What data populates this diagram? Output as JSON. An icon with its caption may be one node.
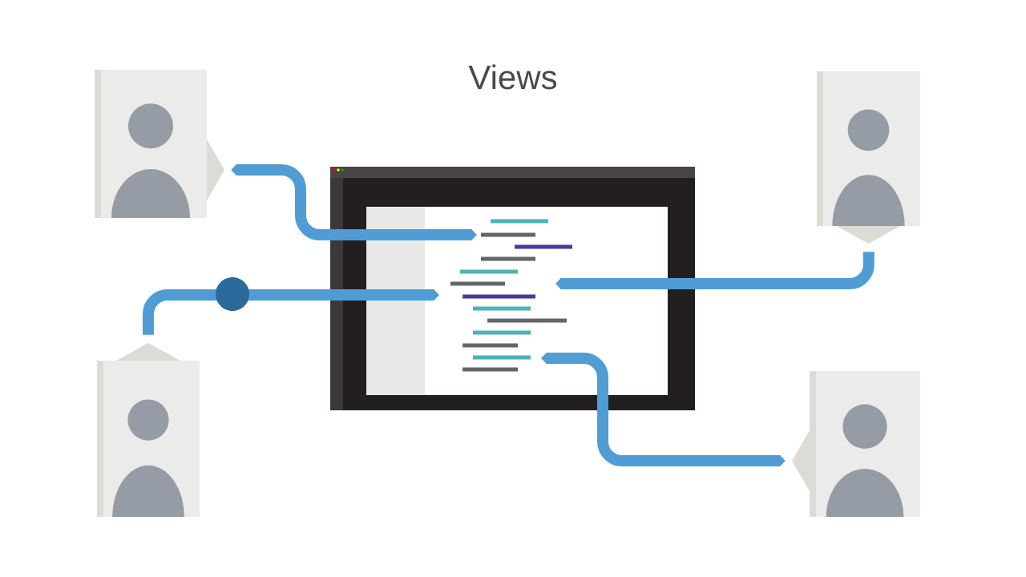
{
  "diagram": {
    "title": "Views",
    "nodes": [
      {
        "text": [],
        "shape": "person"
      },
      {
        "text": [],
        "shape": "person"
      },
      {
        "text": [],
        "shape": "picture"
      },
      {
        "text": [],
        "shape": "person"
      },
      {
        "text": [],
        "shape": "person"
      }
    ],
    "edges": [
      {
        "from": 0,
        "to": 2,
        "arrow": "both"
      },
      {
        "from": 1,
        "to": 2,
        "arrow": "to"
      },
      {
        "from": 3,
        "to": 2,
        "arrow": "to"
      },
      {
        "from": 4,
        "to": 2,
        "arrow": "both"
      }
    ]
  }
}
